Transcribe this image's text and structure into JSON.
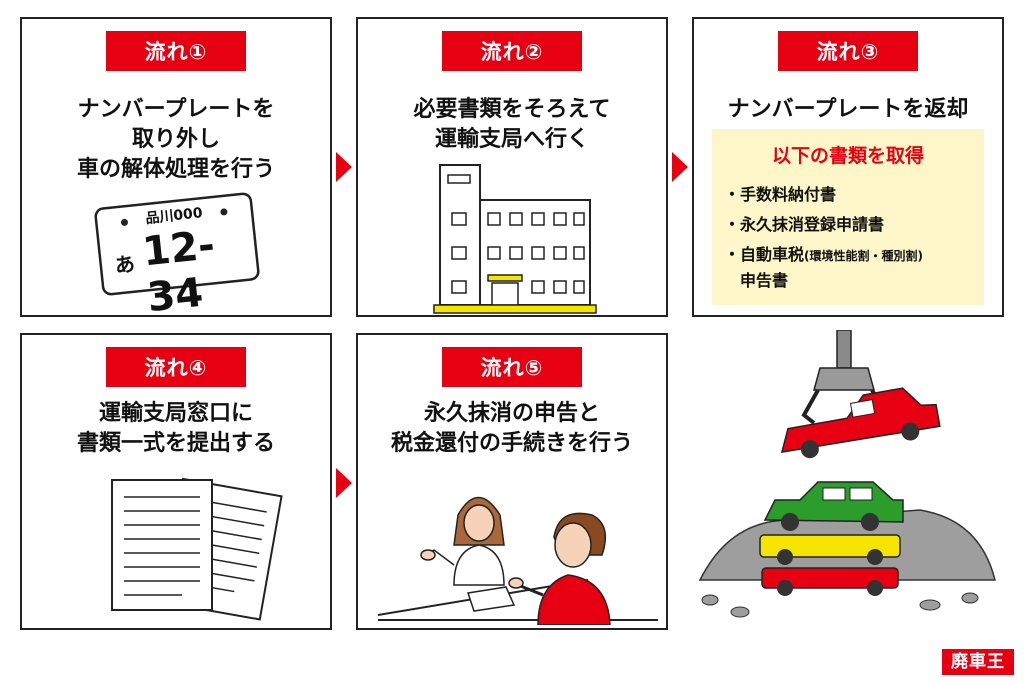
{
  "steps": [
    {
      "badge": "流れ①",
      "title_lines": [
        "ナンバープレートを",
        "取り外し",
        "車の解体処理を行う"
      ],
      "plate": {
        "top": "品川000",
        "kana": "あ",
        "number": "12-34"
      }
    },
    {
      "badge": "流れ②",
      "title_lines": [
        "必要書類をそろえて",
        "運輸支局へ行く"
      ]
    },
    {
      "badge": "流れ③",
      "title_lines": [
        "ナンバープレートを返却"
      ],
      "list": {
        "heading": "以下の書類を取得",
        "items": [
          "・手数料納付書",
          "・永久抹消登録申請書",
          "・自動車税"
        ],
        "item3_note": "(環境性能割・種別割)",
        "item3_cont": "申告書"
      }
    },
    {
      "badge": "流れ④",
      "title_lines": [
        "運輸支局窓口に",
        "書類一式を提出する"
      ]
    },
    {
      "badge": "流れ⑤",
      "title_lines": [
        "永久抹消の申告と",
        "税金還付の手続きを行う"
      ]
    }
  ],
  "logo": "廃車王",
  "colors": {
    "accent": "#e60012",
    "highlight": "#fdf6c8",
    "building_yellow": "#f5e400",
    "car_green": "#2a9d2a"
  }
}
